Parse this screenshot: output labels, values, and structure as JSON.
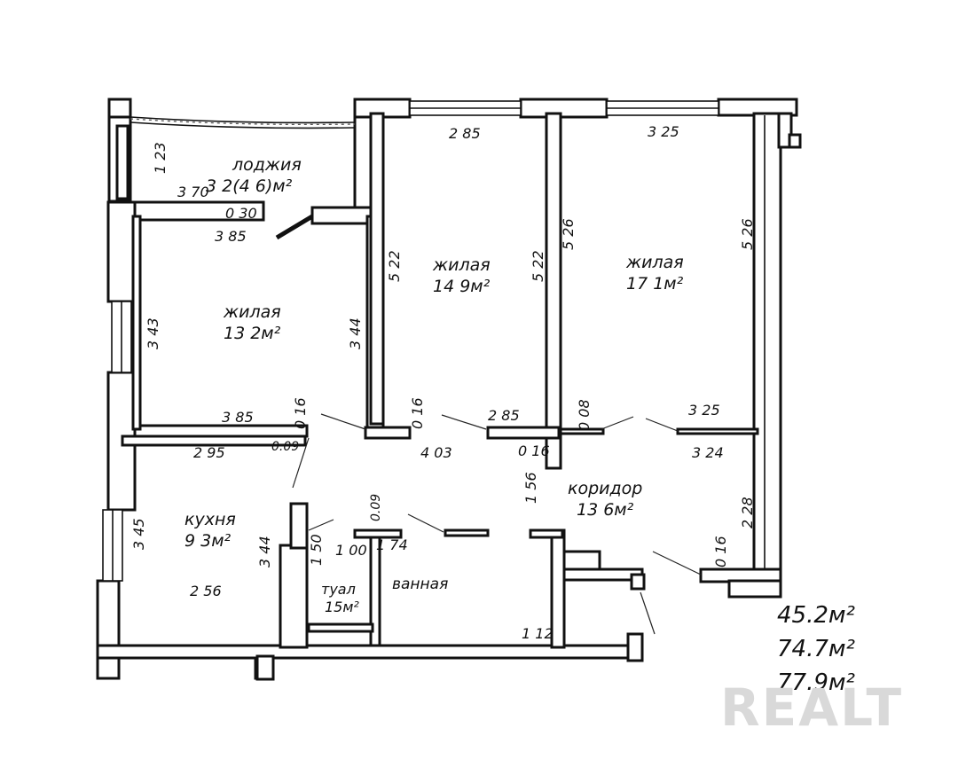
{
  "rooms": {
    "loggia": {
      "name": "лоджия",
      "area": "3 2(4 6)м²"
    },
    "living1": {
      "name": "жилая",
      "area": "14 9м²"
    },
    "living2": {
      "name": "жилая",
      "area": "17 1м²"
    },
    "living3": {
      "name": "жилая",
      "area": "13 2м²"
    },
    "kitchen": {
      "name": "кухня",
      "area": "9 3м²"
    },
    "corridor": {
      "name": "коридор",
      "area": "13 6м²"
    },
    "toilet": {
      "name": "туал",
      "area": "15м²"
    },
    "bath": {
      "name": "ванная"
    }
  },
  "dims": {
    "d123": "1 23",
    "d370": "3 70",
    "d030": "0 30",
    "d385a": "3 85",
    "d285a": "2 85",
    "d522a": "5 22",
    "d522b": "5 22",
    "d325a": "3 25",
    "d526a": "5 26",
    "d526b": "5 26",
    "d343": "3 43",
    "d344a": "3 44",
    "d385b": "3 85",
    "d016a": "0 16",
    "d016b": "0 16",
    "d285b": "2 85",
    "d008": "0 08",
    "d325b": "3 25",
    "d295": "2 95",
    "d009a": "0.09",
    "d403": "4 03",
    "d016c": "0 16",
    "d324": "3 24",
    "d156": "1 56",
    "d228": "2 28",
    "d016d": "0 16",
    "d345": "3 45",
    "d344b": "3 44",
    "d009b": "0.09",
    "d150": "1 50",
    "d100": "1 00",
    "d174": "1 74",
    "d256": "2 56",
    "d112": "1 12"
  },
  "totals": {
    "living": "45.2м²",
    "total": "74.7м²",
    "total_loggia": "77.9м²"
  },
  "watermark": {
    "text": "REALT",
    "color": "#d9d9d9"
  },
  "colors": {
    "line": "#111111",
    "background": "#ffffff"
  }
}
